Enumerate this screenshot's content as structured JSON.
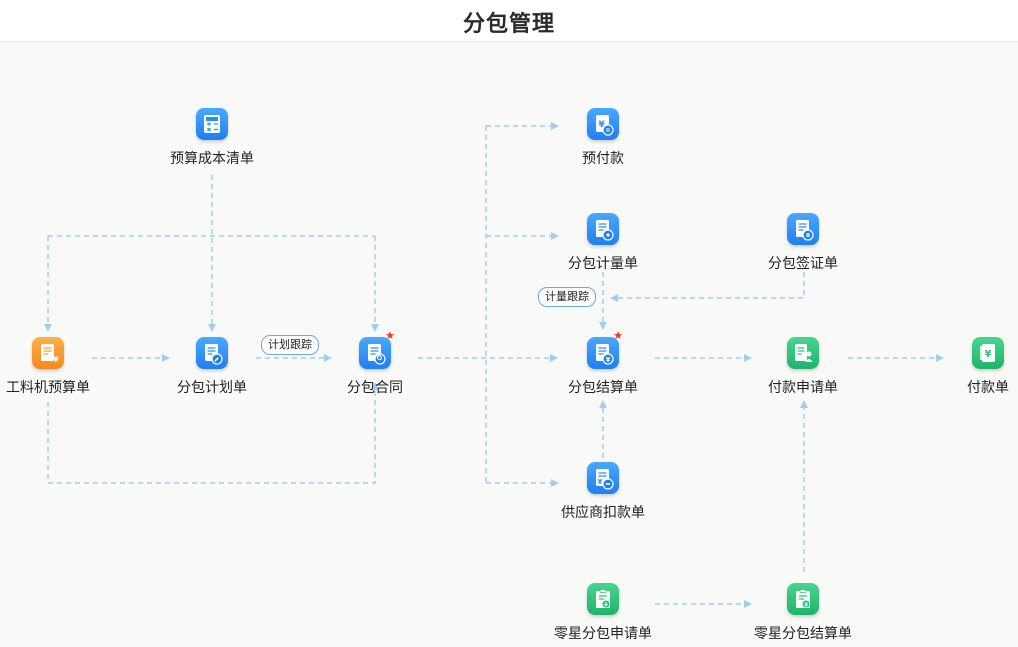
{
  "header": {
    "title": "分包管理"
  },
  "colors": {
    "connector": "#9fcdf5",
    "blue": "#2b8ef7",
    "orange": "#fb9a33",
    "green": "#2cc37a",
    "star": "#ff2b2b"
  },
  "nodes": {
    "budget_cost_list": {
      "label": "预算成本清单",
      "icon": "calculator-icon"
    },
    "labor_material_budget": {
      "label": "工料机预算单",
      "icon": "document-yen-icon"
    },
    "subcontract_plan": {
      "label": "分包计划单",
      "icon": "document-edit-icon"
    },
    "subcontract_contract": {
      "label": "分包合同",
      "icon": "contract-icon"
    },
    "advance_payment": {
      "label": "预付款",
      "icon": "advance-payment-icon"
    },
    "subcontract_measure": {
      "label": "分包计量单",
      "icon": "measure-icon"
    },
    "subcontract_visa": {
      "label": "分包签证单",
      "icon": "visa-icon"
    },
    "subcontract_settlement": {
      "label": "分包结算单",
      "icon": "settlement-icon"
    },
    "payment_request": {
      "label": "付款申请单",
      "icon": "payment-request-icon"
    },
    "payment": {
      "label": "付款单",
      "icon": "payment-icon"
    },
    "supplier_deduction": {
      "label": "供应商扣款单",
      "icon": "deduction-icon"
    },
    "sporadic_request": {
      "label": "零星分包申请单",
      "icon": "clipboard-download-icon"
    },
    "sporadic_settlement": {
      "label": "零星分包结算单",
      "icon": "clipboard-yen-icon"
    }
  },
  "badges": {
    "plan_tracking": "计划跟踪",
    "measure_tracking": "计量跟踪"
  }
}
